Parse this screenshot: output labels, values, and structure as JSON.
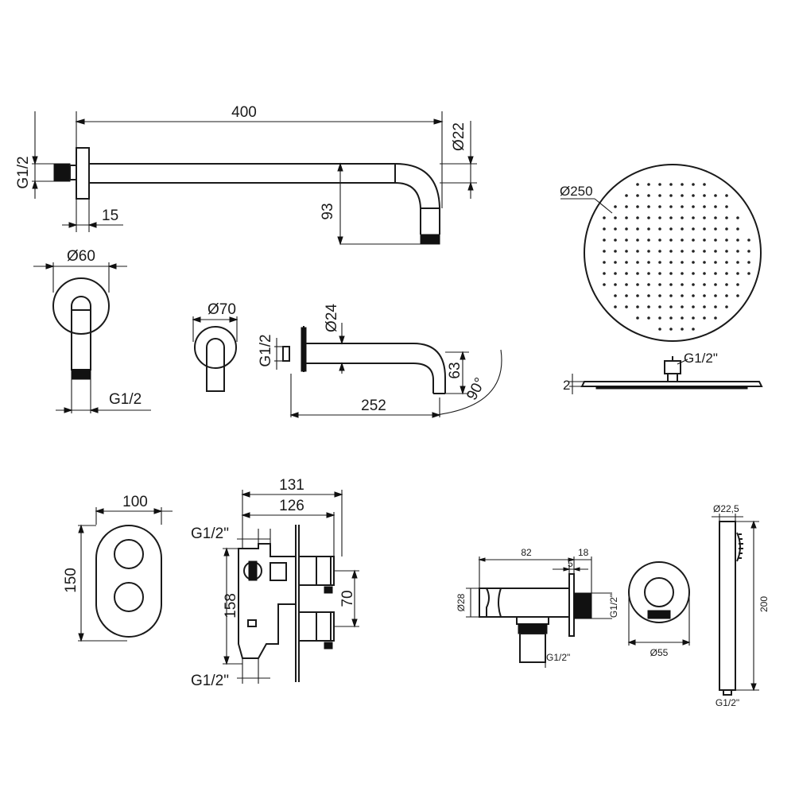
{
  "labels": {
    "arm_length": "400",
    "arm_thread": "G1/2",
    "arm_diameter": "Ø22",
    "arm_flange": "15",
    "arm_drop": "93",
    "escutcheon_diameter": "Ø60",
    "escutcheon_thread": "G1/2",
    "spout_rose_diameter": "Ø70",
    "spout_diameter": "Ø24",
    "spout_thread": "G1/2",
    "spout_drop": "63",
    "spout_angle": "90°",
    "spout_length": "252",
    "head_diameter": "Ø250",
    "head_thread": "G1/2\"",
    "head_thickness": "2",
    "plate_width": "100",
    "plate_height": "150",
    "valve_depth_max": "131",
    "valve_depth": "126",
    "valve_inlet_top": "G1/2\"",
    "valve_height": "158",
    "valve_spacing": "70",
    "valve_inlet_bottom": "G1/2\"",
    "outlet_length": "82",
    "outlet_depth": "18",
    "outlet_gap": "5",
    "outlet_body_diameter": "Ø28",
    "outlet_thread_side": "G1/2\"",
    "outlet_thread_bottom": "G1/2\"",
    "outlet_rose_diameter": "Ø55",
    "handshower_diameter": "Ø22,5",
    "handshower_length": "200",
    "handshower_thread": "G1/2\""
  }
}
